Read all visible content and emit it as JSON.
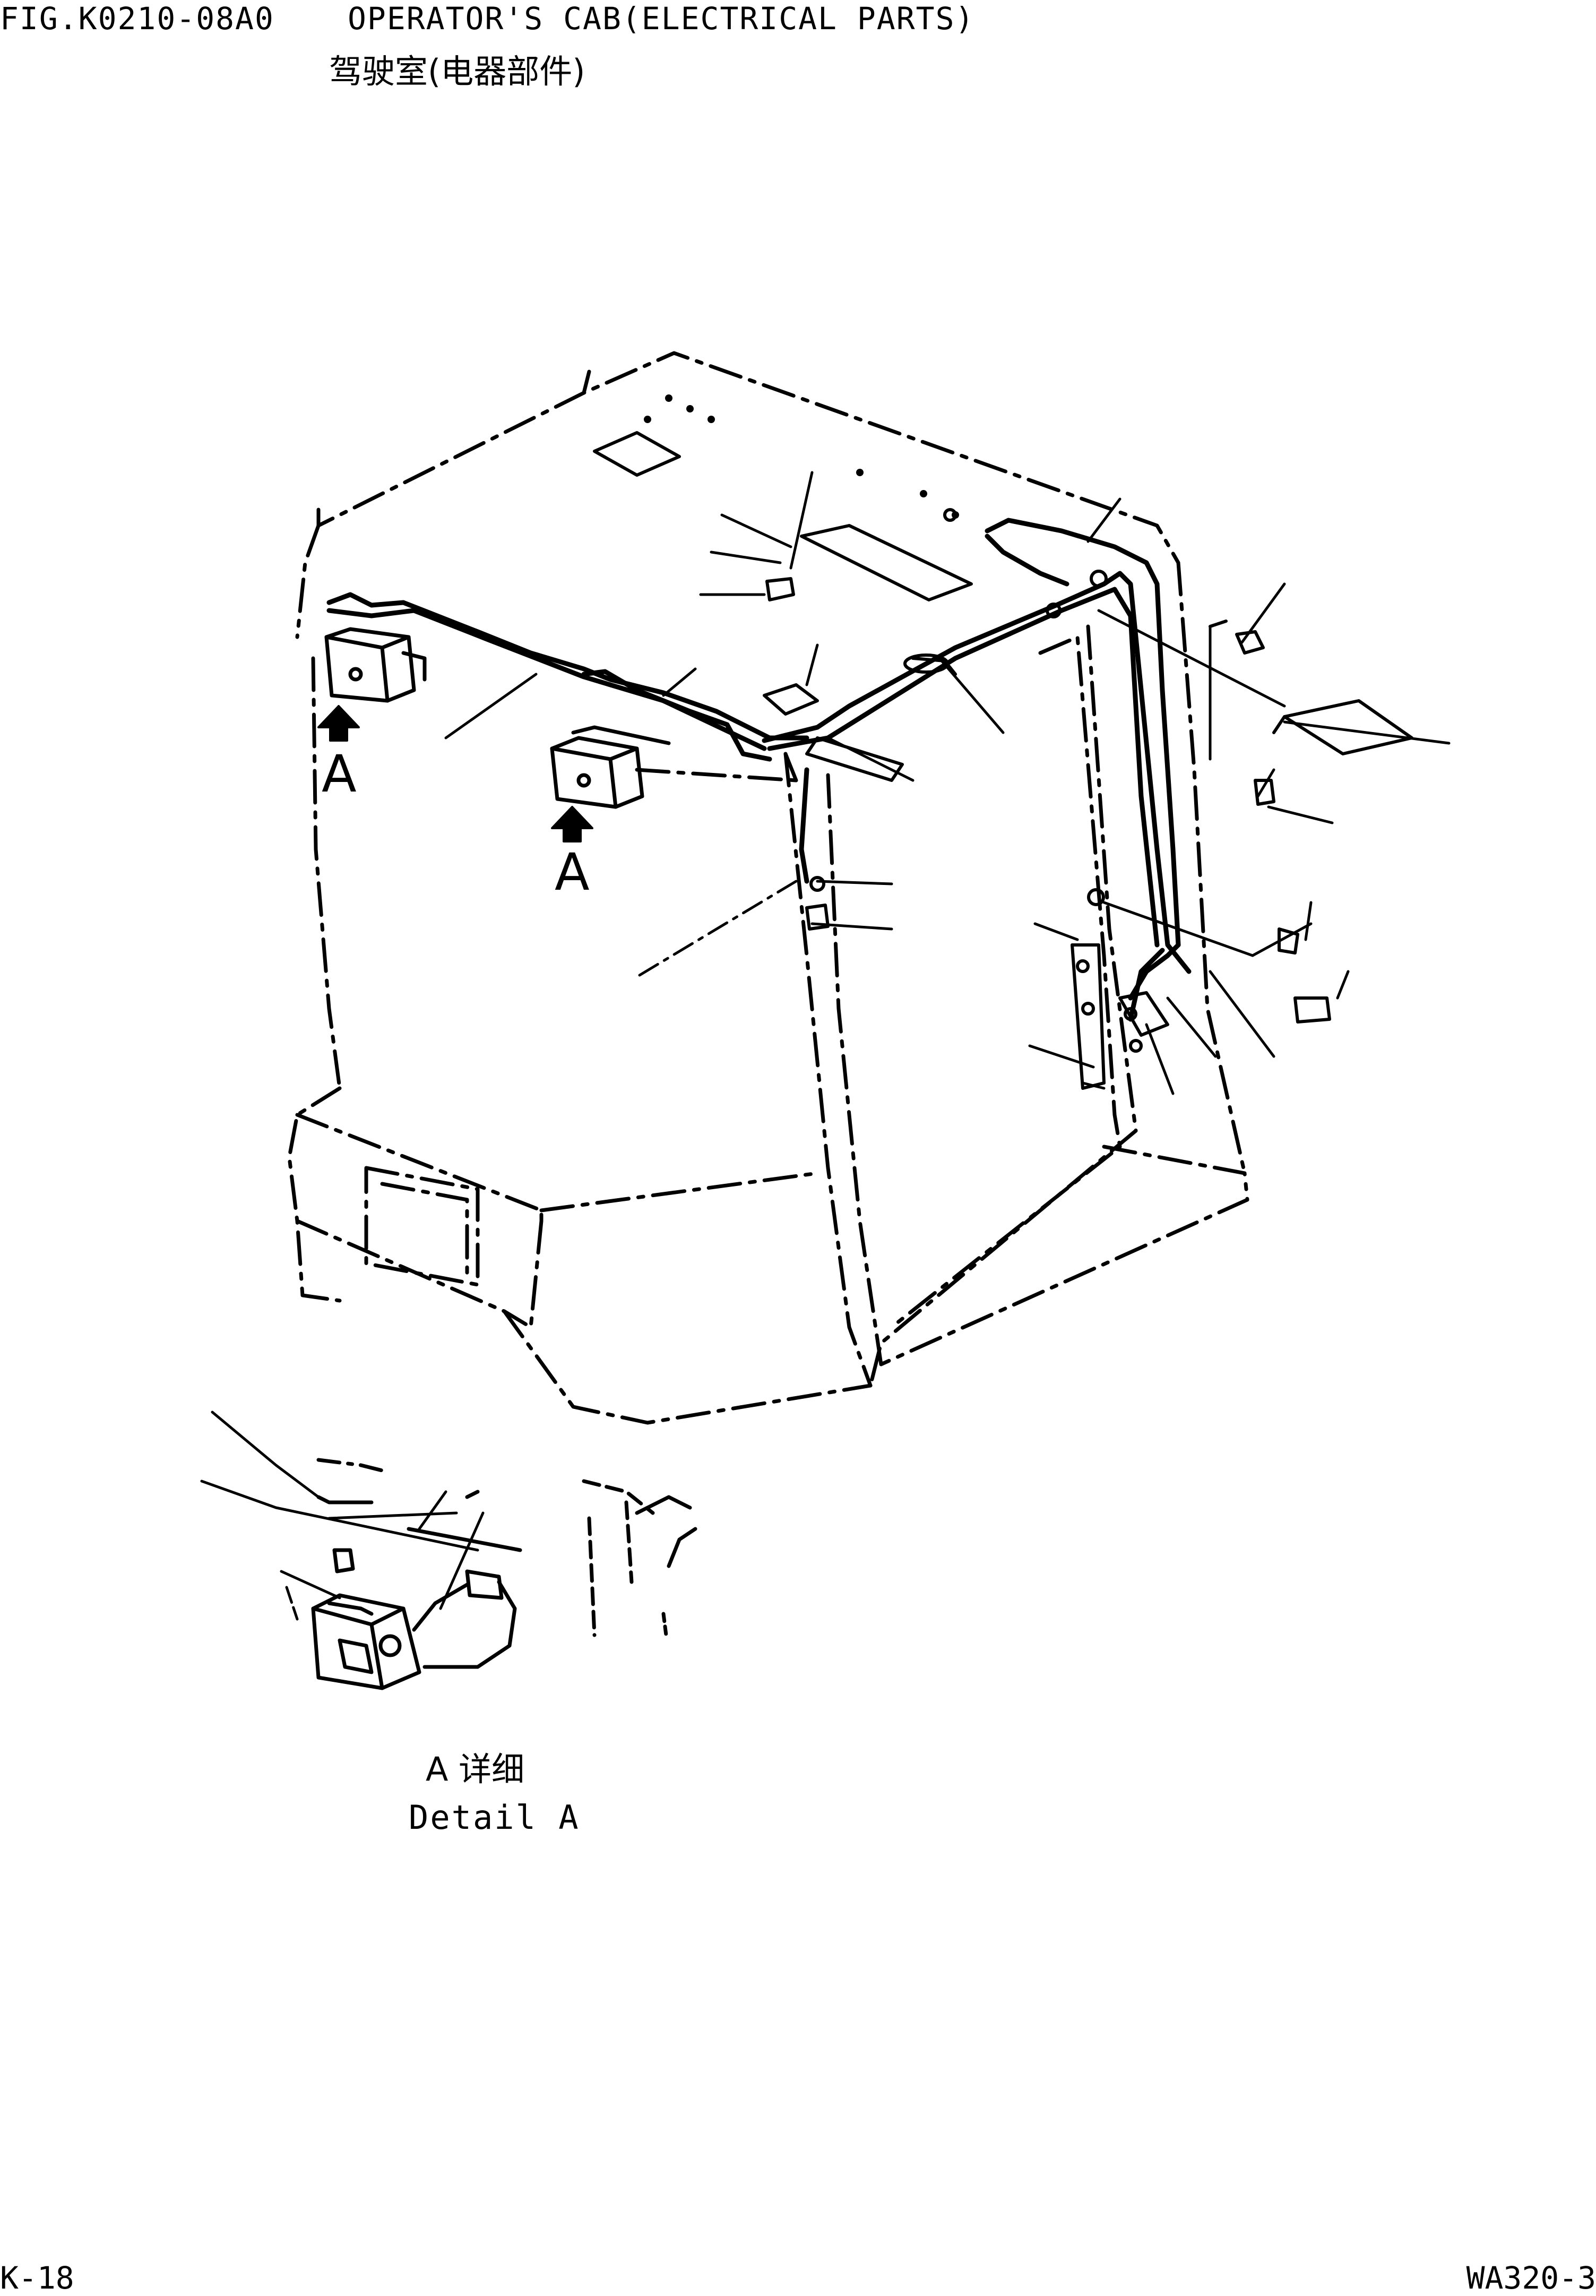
{
  "header": {
    "figure_code": "FIG.K0210-08A0",
    "title_en": "OPERATOR'S CAB(ELECTRICAL PARTS)",
    "title_zh": "驾驶室(电器部件)"
  },
  "drawing": {
    "view_markers": [
      "A",
      "A"
    ]
  },
  "detail": {
    "label_zh": "A 详细",
    "label_en": "Detail A"
  },
  "footer": {
    "page": "K-18",
    "model": "WA320-3"
  }
}
